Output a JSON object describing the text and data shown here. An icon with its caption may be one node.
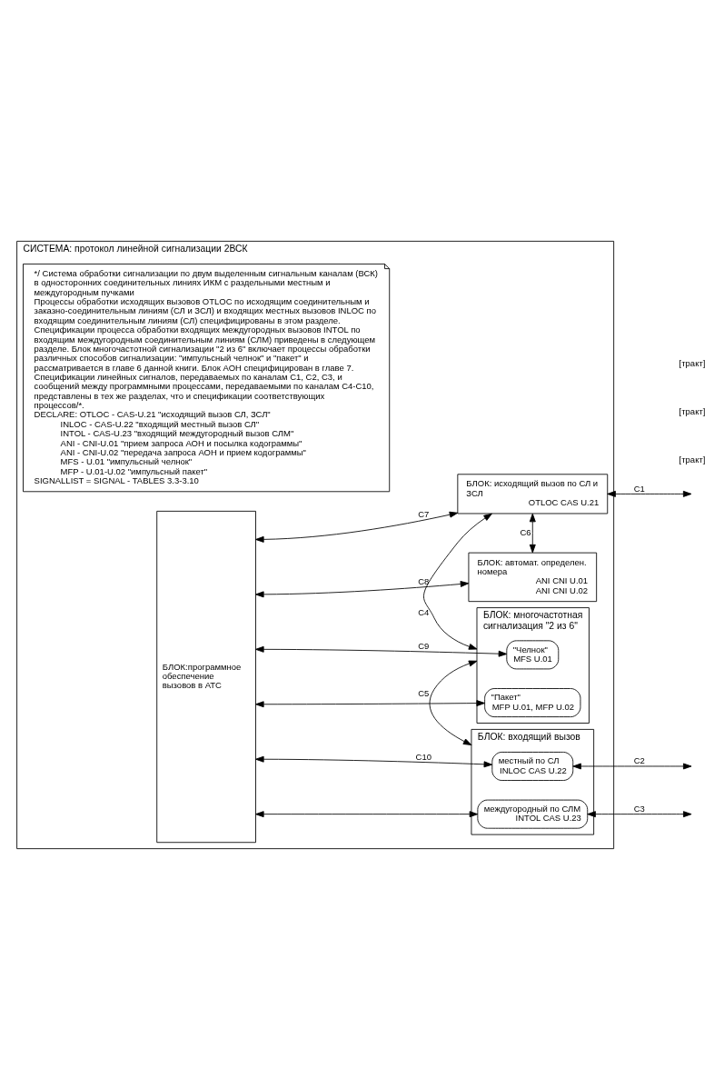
{
  "diagram": {
    "nodes": [
      {
        "text": [
          "СИСТЕМА: протокол линейной сигнализации 2ВСК"
        ]
      },
      {
        "text": [
          "*/ Система обработки сигнализации по двум выделенным сигнальным каналам (ВСК) в односторонних соединительных линиях ИКМ с раздельными местным и междугородным пучками",
          "Процессы обработки исходящих вызовов OTLOC по исходящим соединительным и заказно-соединительным линиям (СЛ и ЗСЛ) и входящих местных вызовов INLOC по входящим соединительным линиям (СЛ) специфицированы в этом разделе. Спецификации процесса обработки входящих междугородных вызовов INTOL по входящим междугородным соединительным линиям (СЛМ) приведены в следующем разделе. Блок многочастотной сигнализации \"2 из 6\" включает процессы обработки различных способов сигнализации: \"импульсный челнок\" и \"пакет\" и рассматривается в главе 6 данной книги. Блок АОН специфицирован в главе 7. Спецификации линейных сигналов, передаваемых по каналам С1, С2, С3, и сообщений между программными процессами, передаваемыми по каналам С4-С10, представлены в тех же разделах, что и спецификации соответствующих процессов/*.",
          "DECLARE: OTLOC - CAS-U.21 \"исходящий вызов СЛ, ЗСЛ\"",
          "INLOC - CAS-U.22 \"входящий местный вызов СЛ\"",
          "INTOL - CAS-U.23 \"входящий междугородный вызов СЛМ\"",
          "ANI - CNI-U.01 \"прием запроса АОН и посылка кодограммы\"",
          "ANI - CNI-U.02 \"передача запроса АОН и прием кодограммы\"",
          "MFS - U.01 \"импульсный челнок\"",
          "MFP - U.01-U.02 \"импульсный пакет\"",
          "SIGNALLIST = SIGNAL - TABLES 3.3-3.10"
        ],
        "in": 0
      },
      {
        "text": [
          "БЛОК:программное обеспечение вызовов в АТС"
        ],
        "in": 0
      },
      {
        "text": [
          "БЛОК: исходящий вызов по СЛ и ЗСЛ",
          "OTLOC CAS U.21"
        ],
        "in": 0
      },
      {
        "text": [
          "БЛОК: автомат. определен. номера",
          "ANI CNI U.01",
          "ANI CNI U.02"
        ],
        "in": 0
      },
      {
        "text": [
          "БЛОК: многочастотная сигнализация \"2 из 6\""
        ],
        "in": 0
      },
      {
        "text": [
          "\"Челнок\"",
          "MFS U.01"
        ],
        "in": 5
      },
      {
        "text": [
          "\"Пакет\"",
          "MFP U.01, MFP U.02"
        ],
        "in": 5
      },
      {
        "text": [
          "БЛОК: входящий вызов"
        ],
        "in": 0
      },
      {
        "text": [
          "местный по СЛ",
          "INLOC CAS U.22"
        ],
        "in": 8
      },
      {
        "text": [
          "междугородный по СЛМ",
          "INTOL CAS U.23"
        ],
        "in": 8
      }
    ],
    "edges": [
      {
        "from": 2,
        "to": 3,
        "arrow": "both",
        "label": "C7"
      },
      {
        "from": 2,
        "to": 4,
        "arrow": "both",
        "label": "C8"
      },
      {
        "from": 2,
        "to": 6,
        "arrow": "both",
        "label": "C9"
      },
      {
        "from": 2,
        "to": 7,
        "arrow": "both"
      },
      {
        "from": 2,
        "to": 9,
        "arrow": "both",
        "label": "C10"
      },
      {
        "from": 2,
        "to": 10,
        "arrow": "both"
      },
      {
        "from": 3,
        "to": 4,
        "arrow": "both",
        "label": "C6"
      },
      {
        "from": 3,
        "to": 5,
        "arrow": "both",
        "label": "C4"
      },
      {
        "from": 5,
        "to": 8,
        "arrow": "both",
        "label": "C5"
      },
      {
        "from": 3,
        "to": null,
        "arrow": "both",
        "label": "C1"
      },
      {
        "from": 9,
        "to": null,
        "arrow": "both",
        "label": "C2"
      },
      {
        "from": 10,
        "to": null,
        "arrow": "both",
        "label": "C3"
      }
    ],
    "labels": [
      "[тракт]",
      "[тракт]",
      "[тракт]"
    ]
  }
}
